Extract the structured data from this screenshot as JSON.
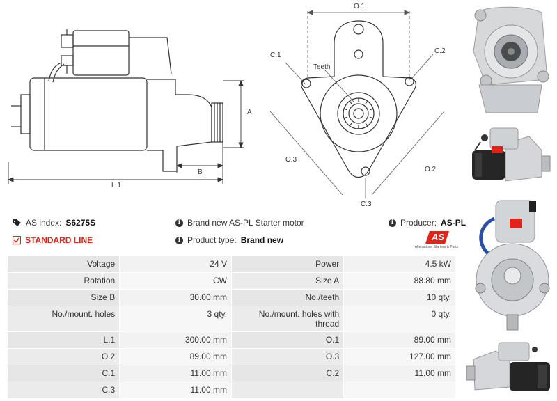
{
  "diagram_labels": {
    "A": "A",
    "B": "B",
    "L1": "L.1",
    "O1": "O.1",
    "O2": "O.2",
    "O3": "O.3",
    "C1": "C.1",
    "C2": "C.2",
    "C3": "C.3",
    "teeth": "Teeth"
  },
  "info": {
    "as_index_label": "AS index:",
    "as_index_value": "S6275S",
    "standard_line": "STANDARD LINE",
    "description": "Brand new AS-PL Starter motor",
    "product_type_label": "Product type:",
    "product_type_value": "Brand new",
    "producer_label": "Producer:",
    "producer_value": "AS-PL",
    "logo_text": "AS",
    "logo_tagline": "Alternators, Starters & Parts"
  },
  "colors": {
    "accent_red": "#e2231a",
    "cable_blue": "#2b4fa8"
  },
  "specs": [
    [
      "Voltage",
      "24 V",
      "Power",
      "4.5 kW"
    ],
    [
      "Rotation",
      "CW",
      "Size A",
      "88.80 mm"
    ],
    [
      "Size B",
      "30.00 mm",
      "No./teeth",
      "10 qty."
    ],
    [
      "No./mount. holes",
      "3 qty.",
      "No./mount. holes with thread",
      "0 qty."
    ],
    [
      "L.1",
      "300.00 mm",
      "O.1",
      "89.00 mm"
    ],
    [
      "O.2",
      "89.00 mm",
      "O.3",
      "127.00 mm"
    ],
    [
      "C.1",
      "11.00 mm",
      "C.2",
      "11.00 mm"
    ],
    [
      "C.3",
      "11.00 mm",
      "",
      ""
    ]
  ]
}
